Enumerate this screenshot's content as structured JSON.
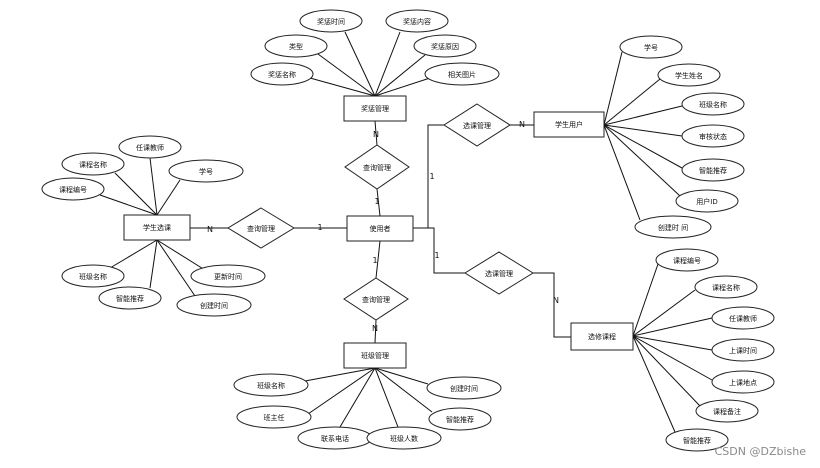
{
  "watermark": "CSDN @DZbishe",
  "entities": [
    {
      "id": "e_jiang",
      "name": "奖惩管理"
    },
    {
      "id": "e_user",
      "name": "使用者"
    },
    {
      "id": "e_stu",
      "name": "学生用户"
    },
    {
      "id": "e_xsxd",
      "name": "学生选课"
    },
    {
      "id": "e_bj",
      "name": "班级管理"
    },
    {
      "id": "e_xk",
      "name": "选修课程"
    }
  ],
  "relationships": [
    {
      "id": "r1",
      "name": "查询管理"
    },
    {
      "id": "r2",
      "name": "查询管理"
    },
    {
      "id": "r3",
      "name": "查询管理"
    },
    {
      "id": "r4",
      "name": "选课管理"
    },
    {
      "id": "r5",
      "name": "选课管理"
    }
  ],
  "attributes": {
    "jiang": [
      "奖惩时间",
      "奖惩内容",
      "类型",
      "奖惩原因",
      "奖惩名称",
      "相关图片"
    ],
    "stu": [
      "学号",
      "学生姓名",
      "班级名称",
      "审核状态",
      "智能推荐",
      "用户ID",
      "创建时 间"
    ],
    "xsxd": [
      "任课教师",
      "课程名称",
      "学号",
      "课程编号",
      "班级名称",
      "更新时间",
      "智能推荐",
      "创建时间"
    ],
    "bj": [
      "班级名称",
      "创建时间",
      "班主任",
      "智能推荐",
      "联系电话",
      "班级人数"
    ],
    "xk": [
      "课程编号",
      "课程名称",
      "任课教师",
      "上课时间",
      "上课地点",
      "课程备注",
      "智能推荐"
    ]
  },
  "cardinalities": {
    "jiang_top": "N",
    "jiang_bottom": "1",
    "xsxd_left": "N",
    "xsxd_right": "1",
    "bj_top": "1",
    "bj_bottom": "N",
    "stu_top": "1",
    "stu_right": "N",
    "xk_top": "1",
    "xk_right": "N"
  }
}
